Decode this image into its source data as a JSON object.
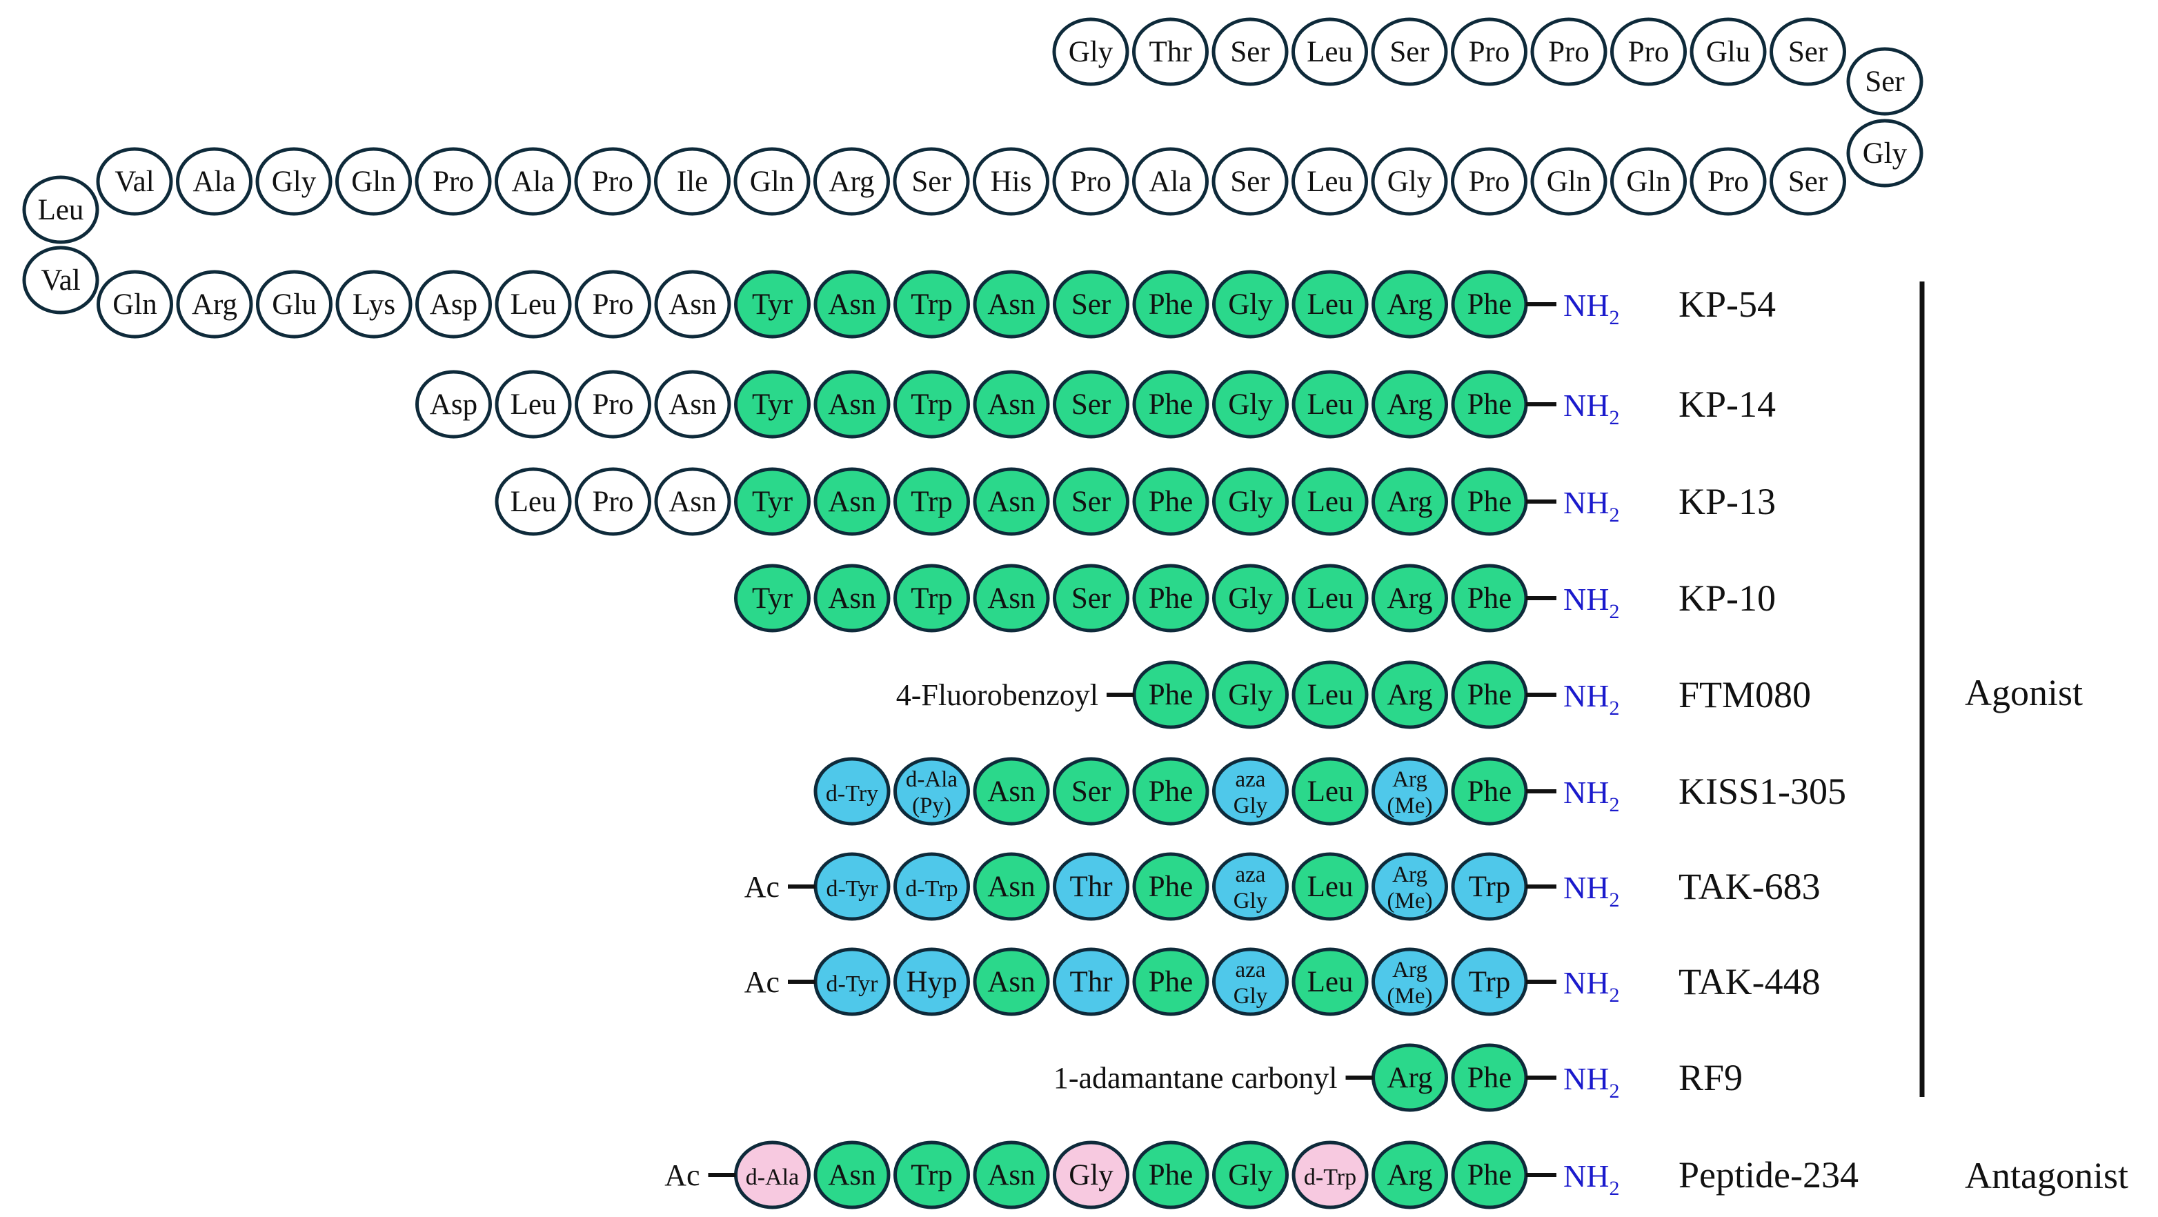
{
  "colors": {
    "unmodified": "#ffffff",
    "conserved_core": "#2bd88b",
    "modified": "#4fc8ea",
    "antagonist_substitution": "#f7c9e0",
    "outline": "#0e2a3a",
    "terminus": "#1a1acc"
  },
  "kp54_top_chain": [
    "Gly",
    "Thr",
    "Ser",
    "Leu",
    "Ser",
    "Pro",
    "Pro",
    "Pro",
    "Glu",
    "Ser"
  ],
  "kp54_turn_right": [
    "Ser",
    "Gly"
  ],
  "kp54_middle_chain": [
    "Val",
    "Ala",
    "Gly",
    "Gln",
    "Pro",
    "Ala",
    "Pro",
    "Ile",
    "Gln",
    "Arg",
    "Ser",
    "His",
    "Pro",
    "Ala",
    "Ser",
    "Leu",
    "Gly",
    "Pro",
    "Gln",
    "Gln",
    "Pro",
    "Ser"
  ],
  "kp54_turn_left": [
    "Leu",
    "Val"
  ],
  "rows": [
    {
      "name": "KP-54",
      "prefix": "",
      "terminus": "NH2",
      "residues": [
        {
          "label": "Gln",
          "type": "unmodified"
        },
        {
          "label": "Arg",
          "type": "unmodified"
        },
        {
          "label": "Glu",
          "type": "unmodified"
        },
        {
          "label": "Lys",
          "type": "unmodified"
        },
        {
          "label": "Asp",
          "type": "unmodified"
        },
        {
          "label": "Leu",
          "type": "unmodified"
        },
        {
          "label": "Pro",
          "type": "unmodified"
        },
        {
          "label": "Asn",
          "type": "unmodified"
        },
        {
          "label": "Tyr",
          "type": "conserved_core"
        },
        {
          "label": "Asn",
          "type": "conserved_core"
        },
        {
          "label": "Trp",
          "type": "conserved_core"
        },
        {
          "label": "Asn",
          "type": "conserved_core"
        },
        {
          "label": "Ser",
          "type": "conserved_core"
        },
        {
          "label": "Phe",
          "type": "conserved_core"
        },
        {
          "label": "Gly",
          "type": "conserved_core"
        },
        {
          "label": "Leu",
          "type": "conserved_core"
        },
        {
          "label": "Arg",
          "type": "conserved_core"
        },
        {
          "label": "Phe",
          "type": "conserved_core"
        }
      ]
    },
    {
      "name": "KP-14",
      "prefix": "",
      "terminus": "NH2",
      "residues": [
        {
          "label": "Asp",
          "type": "unmodified"
        },
        {
          "label": "Leu",
          "type": "unmodified"
        },
        {
          "label": "Pro",
          "type": "unmodified"
        },
        {
          "label": "Asn",
          "type": "unmodified"
        },
        {
          "label": "Tyr",
          "type": "conserved_core"
        },
        {
          "label": "Asn",
          "type": "conserved_core"
        },
        {
          "label": "Trp",
          "type": "conserved_core"
        },
        {
          "label": "Asn",
          "type": "conserved_core"
        },
        {
          "label": "Ser",
          "type": "conserved_core"
        },
        {
          "label": "Phe",
          "type": "conserved_core"
        },
        {
          "label": "Gly",
          "type": "conserved_core"
        },
        {
          "label": "Leu",
          "type": "conserved_core"
        },
        {
          "label": "Arg",
          "type": "conserved_core"
        },
        {
          "label": "Phe",
          "type": "conserved_core"
        }
      ]
    },
    {
      "name": "KP-13",
      "prefix": "",
      "terminus": "NH2",
      "residues": [
        {
          "label": "Leu",
          "type": "unmodified"
        },
        {
          "label": "Pro",
          "type": "unmodified"
        },
        {
          "label": "Asn",
          "type": "unmodified"
        },
        {
          "label": "Tyr",
          "type": "conserved_core"
        },
        {
          "label": "Asn",
          "type": "conserved_core"
        },
        {
          "label": "Trp",
          "type": "conserved_core"
        },
        {
          "label": "Asn",
          "type": "conserved_core"
        },
        {
          "label": "Ser",
          "type": "conserved_core"
        },
        {
          "label": "Phe",
          "type": "conserved_core"
        },
        {
          "label": "Gly",
          "type": "conserved_core"
        },
        {
          "label": "Leu",
          "type": "conserved_core"
        },
        {
          "label": "Arg",
          "type": "conserved_core"
        },
        {
          "label": "Phe",
          "type": "conserved_core"
        }
      ]
    },
    {
      "name": "KP-10",
      "prefix": "",
      "terminus": "NH2",
      "residues": [
        {
          "label": "Tyr",
          "type": "conserved_core"
        },
        {
          "label": "Asn",
          "type": "conserved_core"
        },
        {
          "label": "Trp",
          "type": "conserved_core"
        },
        {
          "label": "Asn",
          "type": "conserved_core"
        },
        {
          "label": "Ser",
          "type": "conserved_core"
        },
        {
          "label": "Phe",
          "type": "conserved_core"
        },
        {
          "label": "Gly",
          "type": "conserved_core"
        },
        {
          "label": "Leu",
          "type": "conserved_core"
        },
        {
          "label": "Arg",
          "type": "conserved_core"
        },
        {
          "label": "Phe",
          "type": "conserved_core"
        }
      ]
    },
    {
      "name": "FTM080",
      "prefix": "4-Fluorobenzoyl",
      "terminus": "NH2",
      "residues": [
        {
          "label": "Phe",
          "type": "conserved_core"
        },
        {
          "label": "Gly",
          "type": "conserved_core"
        },
        {
          "label": "Leu",
          "type": "conserved_core"
        },
        {
          "label": "Arg",
          "type": "conserved_core"
        },
        {
          "label": "Phe",
          "type": "conserved_core"
        }
      ]
    },
    {
      "name": "KISS1-305",
      "prefix": "",
      "terminus": "NH2",
      "residues": [
        {
          "label": "d-Try",
          "type": "modified"
        },
        {
          "label": "d-Ala\n(Py)",
          "type": "modified"
        },
        {
          "label": "Asn",
          "type": "conserved_core"
        },
        {
          "label": "Ser",
          "type": "conserved_core"
        },
        {
          "label": "Phe",
          "type": "conserved_core"
        },
        {
          "label": "aza\nGly",
          "type": "modified"
        },
        {
          "label": "Leu",
          "type": "conserved_core"
        },
        {
          "label": "Arg\n(Me)",
          "type": "modified"
        },
        {
          "label": "Phe",
          "type": "conserved_core"
        }
      ]
    },
    {
      "name": "TAK-683",
      "prefix": "Ac",
      "terminus": "NH2",
      "residues": [
        {
          "label": "d-Tyr",
          "type": "modified"
        },
        {
          "label": "d-Trp",
          "type": "modified"
        },
        {
          "label": "Asn",
          "type": "conserved_core"
        },
        {
          "label": "Thr",
          "type": "modified"
        },
        {
          "label": "Phe",
          "type": "conserved_core"
        },
        {
          "label": "aza\nGly",
          "type": "modified"
        },
        {
          "label": "Leu",
          "type": "conserved_core"
        },
        {
          "label": "Arg\n(Me)",
          "type": "modified"
        },
        {
          "label": "Trp",
          "type": "modified"
        }
      ]
    },
    {
      "name": "TAK-448",
      "prefix": "Ac",
      "terminus": "NH2",
      "residues": [
        {
          "label": "d-Tyr",
          "type": "modified"
        },
        {
          "label": "Hyp",
          "type": "modified"
        },
        {
          "label": "Asn",
          "type": "conserved_core"
        },
        {
          "label": "Thr",
          "type": "modified"
        },
        {
          "label": "Phe",
          "type": "conserved_core"
        },
        {
          "label": "aza\nGly",
          "type": "modified"
        },
        {
          "label": "Leu",
          "type": "conserved_core"
        },
        {
          "label": "Arg\n(Me)",
          "type": "modified"
        },
        {
          "label": "Trp",
          "type": "modified"
        }
      ]
    },
    {
      "name": "RF9",
      "prefix": "1-adamantane carbonyl",
      "terminus": "NH2",
      "residues": [
        {
          "label": "Arg",
          "type": "conserved_core"
        },
        {
          "label": "Phe",
          "type": "conserved_core"
        }
      ]
    },
    {
      "name": "Peptide-234",
      "prefix": "Ac",
      "terminus": "NH2",
      "residues": [
        {
          "label": "d-Ala",
          "type": "antagonist_substitution"
        },
        {
          "label": "Asn",
          "type": "conserved_core"
        },
        {
          "label": "Trp",
          "type": "conserved_core"
        },
        {
          "label": "Asn",
          "type": "conserved_core"
        },
        {
          "label": "Gly",
          "type": "antagonist_substitution"
        },
        {
          "label": "Phe",
          "type": "conserved_core"
        },
        {
          "label": "Gly",
          "type": "conserved_core"
        },
        {
          "label": "d-Trp",
          "type": "antagonist_substitution"
        },
        {
          "label": "Arg",
          "type": "conserved_core"
        },
        {
          "label": "Phe",
          "type": "conserved_core"
        }
      ]
    }
  ],
  "groups": {
    "agonist_label": "Agonist",
    "antagonist_label": "Antagonist"
  }
}
